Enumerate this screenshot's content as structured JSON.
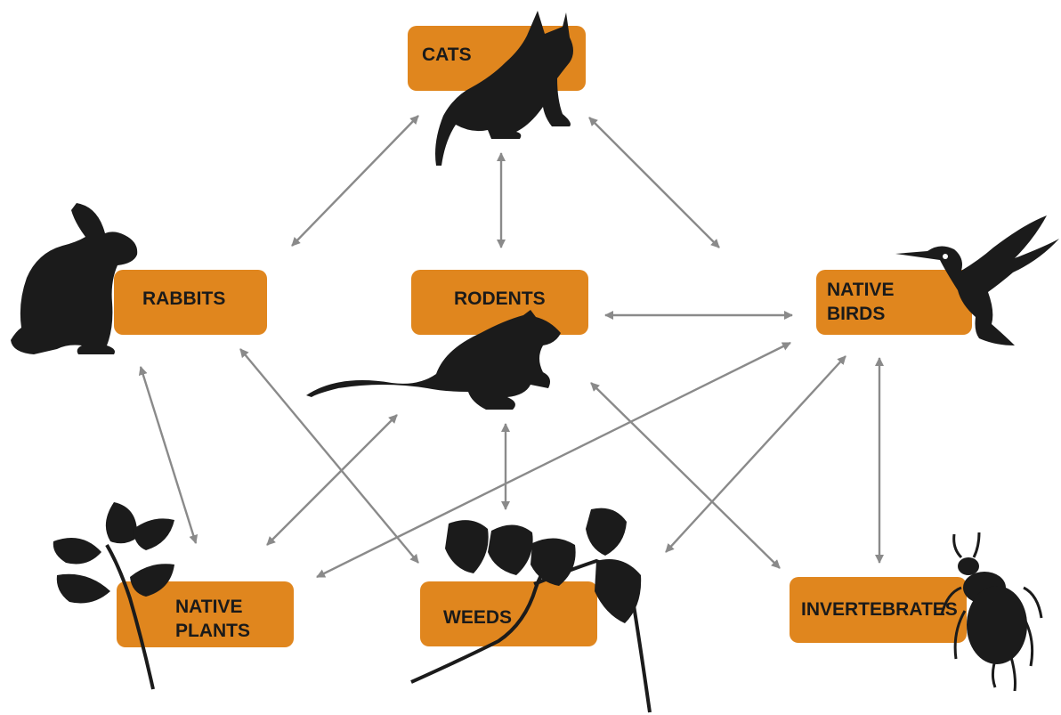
{
  "colors": {
    "box": "#E0861E",
    "arrow": "#8a8a8a",
    "silhouette": "#1b1b1b"
  },
  "nodes": {
    "cats": {
      "line1": "CATS",
      "icon": "cat-silhouette"
    },
    "rabbits": {
      "line1": "RABBITS",
      "icon": "rabbit-silhouette"
    },
    "rodents": {
      "line1": "RODENTS",
      "icon": "rodent-silhouette"
    },
    "native_birds": {
      "line1": "NATIVE",
      "line2": "BIRDS",
      "icon": "hummingbird-silhouette"
    },
    "native_plants": {
      "line1": "NATIVE",
      "line2": "PLANTS",
      "icon": "leaf-branch-silhouette"
    },
    "weeds": {
      "line1": "WEEDS",
      "icon": "bramble-silhouette"
    },
    "invertebrates": {
      "line1": "INVERTEBRATES",
      "icon": "beetle-silhouette"
    }
  },
  "links": [
    [
      "cats",
      "rabbits"
    ],
    [
      "cats",
      "rodents"
    ],
    [
      "cats",
      "native_birds"
    ],
    [
      "rodents",
      "native_birds"
    ],
    [
      "rabbits",
      "native_plants"
    ],
    [
      "rabbits",
      "weeds"
    ],
    [
      "rodents",
      "native_plants"
    ],
    [
      "rodents",
      "weeds"
    ],
    [
      "rodents",
      "invertebrates"
    ],
    [
      "native_birds",
      "native_plants"
    ],
    [
      "native_birds",
      "weeds"
    ],
    [
      "native_birds",
      "invertebrates"
    ]
  ]
}
